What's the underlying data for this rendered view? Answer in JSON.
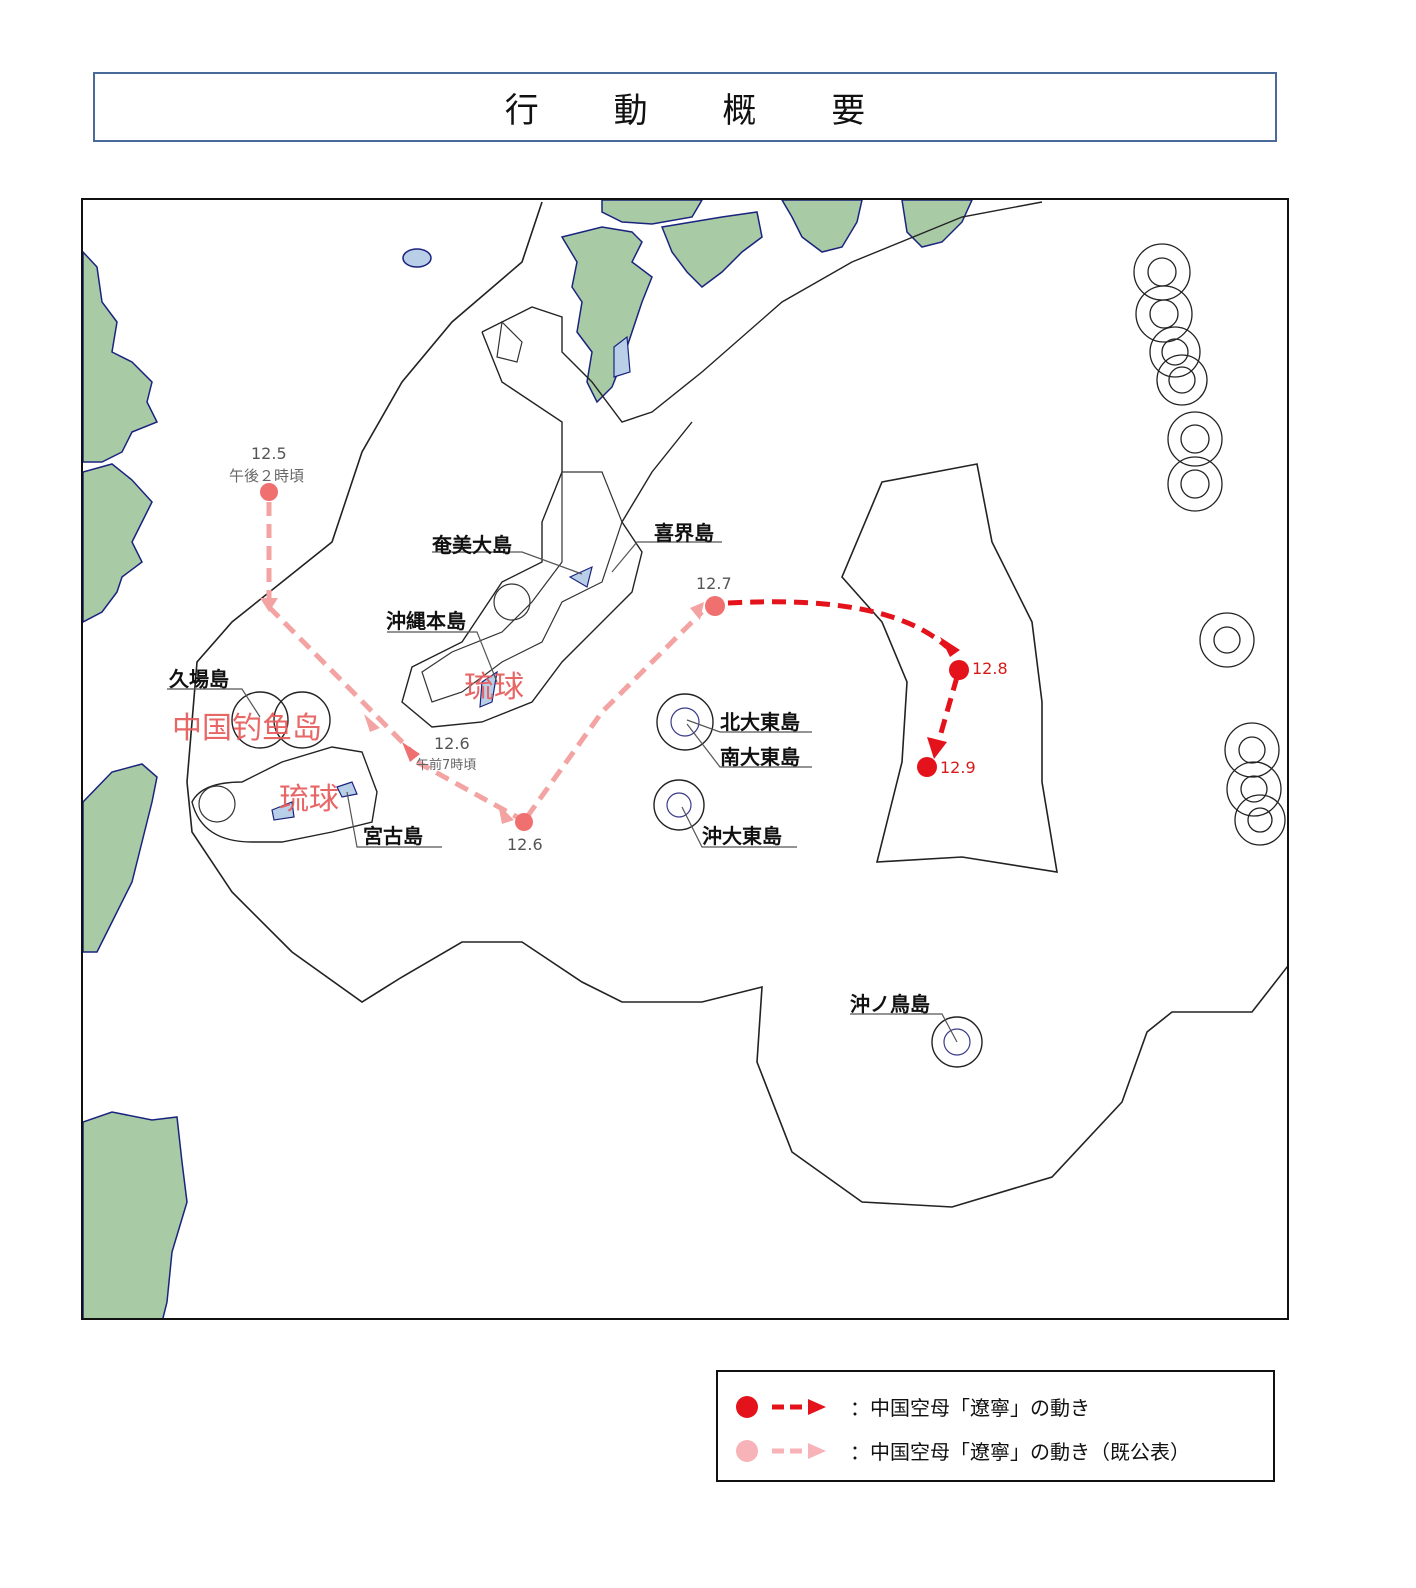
{
  "header": {
    "title": "行 動 概 要"
  },
  "map": {
    "island_labels": [
      {
        "id": "amami",
        "text": "奄美大島"
      },
      {
        "id": "kikai",
        "text": "喜界島"
      },
      {
        "id": "okinawa",
        "text": "沖縄本島"
      },
      {
        "id": "kuba",
        "text": "久場島"
      },
      {
        "id": "miyako",
        "text": "宮古島"
      },
      {
        "id": "kitadaito",
        "text": "北大東島"
      },
      {
        "id": "minamidaito",
        "text": "南大東島"
      },
      {
        "id": "okidaito",
        "text": "沖大東島"
      },
      {
        "id": "okinotori",
        "text": "沖ノ鳥島"
      }
    ],
    "overlay_labels": [
      {
        "id": "ryukyu-1",
        "text": "琉球"
      },
      {
        "id": "ryukyu-2",
        "text": "琉球"
      },
      {
        "id": "diaoyu",
        "text": "中国钓鱼岛"
      }
    ],
    "track_points": [
      {
        "id": "p-12-5",
        "date": "12.5",
        "time": "午後２時頃",
        "status": "previous"
      },
      {
        "id": "p-12-6a",
        "date": "12.6",
        "time": "午前7時頃",
        "status": "previous"
      },
      {
        "id": "p-12-6b",
        "date": "12.6",
        "time": "",
        "status": "previous"
      },
      {
        "id": "p-12-7",
        "date": "12.7",
        "time": "",
        "status": "previous"
      },
      {
        "id": "p-12-8",
        "date": "12.8",
        "time": "",
        "status": "current"
      },
      {
        "id": "p-12-9",
        "date": "12.9",
        "time": "",
        "status": "current"
      }
    ],
    "colors": {
      "land": "#a8cba5",
      "coast_blue": "#1a237e",
      "current_track": "#e4131b",
      "previous_track": "#f4a3a3",
      "previous_dot": "#f07070",
      "overlay_text": "#e65a5a"
    }
  },
  "legend": {
    "items": [
      {
        "text": "：中国空母「遼寧」の動き",
        "color": "#e4131b"
      },
      {
        "text": "：中国空母「遼寧」の動き（既公表）",
        "color": "#f7b3b7"
      }
    ]
  }
}
